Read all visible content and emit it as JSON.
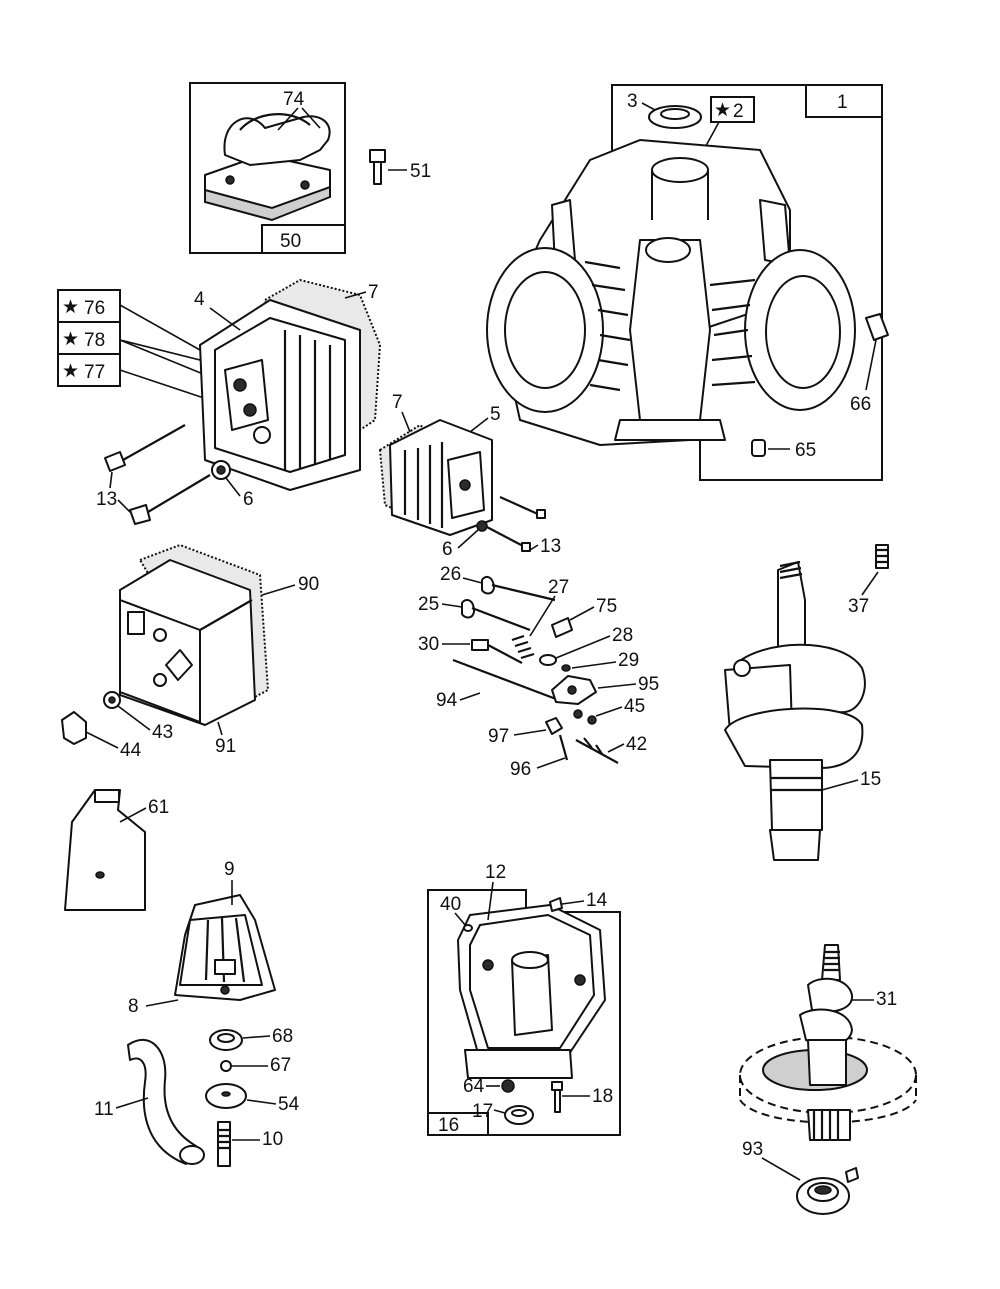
{
  "callouts": {
    "c1": "1",
    "c2": "2",
    "c3": "3",
    "c4": "4",
    "c5": "5",
    "c6a": "6",
    "c6b": "6",
    "c7a": "7",
    "c7b": "7",
    "c8": "8",
    "c9": "9",
    "c10": "10",
    "c11": "11",
    "c12": "12",
    "c13a": "13",
    "c13b": "13",
    "c14": "14",
    "c15": "15",
    "c16": "16",
    "c17": "17",
    "c18": "18",
    "c25": "25",
    "c26": "26",
    "c27": "27",
    "c28": "28",
    "c29": "29",
    "c30": "30",
    "c31": "31",
    "c37": "37",
    "c40": "40",
    "c42": "42",
    "c43": "43",
    "c44": "44",
    "c45": "45",
    "c50": "50",
    "c51": "51",
    "c54": "54",
    "c61": "61",
    "c64": "64",
    "c65": "65",
    "c66": "66",
    "c67": "67",
    "c68": "68",
    "c74": "74",
    "c75": "75",
    "c76": "76",
    "c77": "77",
    "c78": "78",
    "c90": "90",
    "c91": "91",
    "c93": "93",
    "c94": "94",
    "c95": "95",
    "c96": "96",
    "c97": "97"
  },
  "star_glyph": "★"
}
